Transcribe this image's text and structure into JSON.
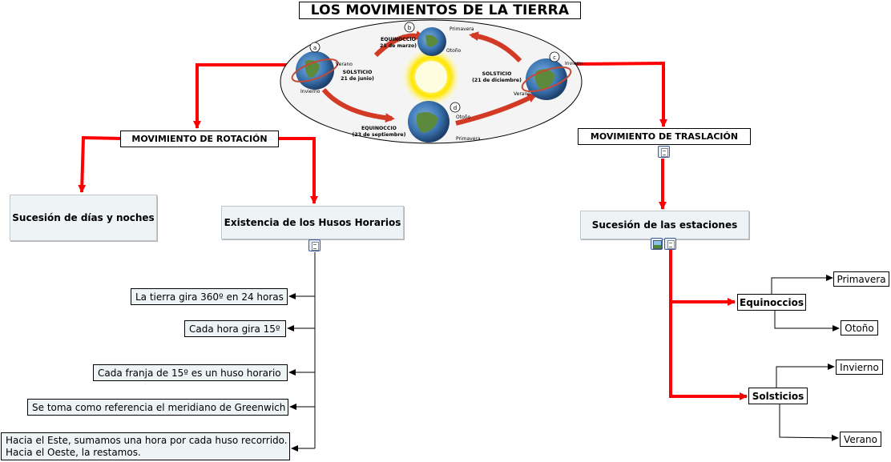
{
  "title": "LOS MOVIMIENTOS DE LA TIERRA",
  "rotation": {
    "label": "MOVIMIENTO DE ROTACIÓN",
    "days_nights": "Sucesión de días y noches",
    "time_zones": "Existencia de los Husos Horarios",
    "facts": [
      "La tierra gira 360º en 24 horas",
      "Cada hora gira 15º",
      "Cada franja de 15º es un huso horario",
      "Se toma como referencia el meridiano de Greenwich"
    ],
    "fact_multiline": [
      "Hacia el Este, sumamos una hora por cada huso recorrido.",
      "Hacia el Oeste, la restamos."
    ]
  },
  "translation": {
    "label": "MOVIMIENTO DE TRASLACIÓN",
    "seasons": "Sucesión de las estaciones",
    "equinoxes": "Equinoccios",
    "equinox_seasons": [
      "Primavera",
      "Otoño"
    ],
    "solstices": "Solsticios",
    "solstice_seasons": [
      "Invierno",
      "Verano"
    ]
  },
  "illustration": {
    "letters": [
      "a",
      "b",
      "c",
      "d"
    ],
    "labels": {
      "equinoccio_marzo": [
        "EQUINOCCIO",
        "21 de marzo)"
      ],
      "solsticio_junio": [
        "SOLSTICIO",
        "21 de junio)"
      ],
      "solsticio_diciembre": [
        "SOLSTICIO",
        "(21 de diciembre)"
      ],
      "equinoccio_septiembre": [
        "EQUINOCCIO",
        "(23 de septiembre)"
      ],
      "primavera": "Primavera",
      "otono": "Otoño",
      "verano": "Verano",
      "invierno": "Invierno"
    }
  },
  "colors": {
    "red_connector": "#ff0000",
    "node_fill": "#eef3f5",
    "sun": "#ffe600",
    "earth_blue": "#3d78b5",
    "earth_green": "#5c8a3c",
    "orbit_arrow": "#d23a25"
  },
  "icons": [
    "note-icon",
    "image-icon"
  ]
}
